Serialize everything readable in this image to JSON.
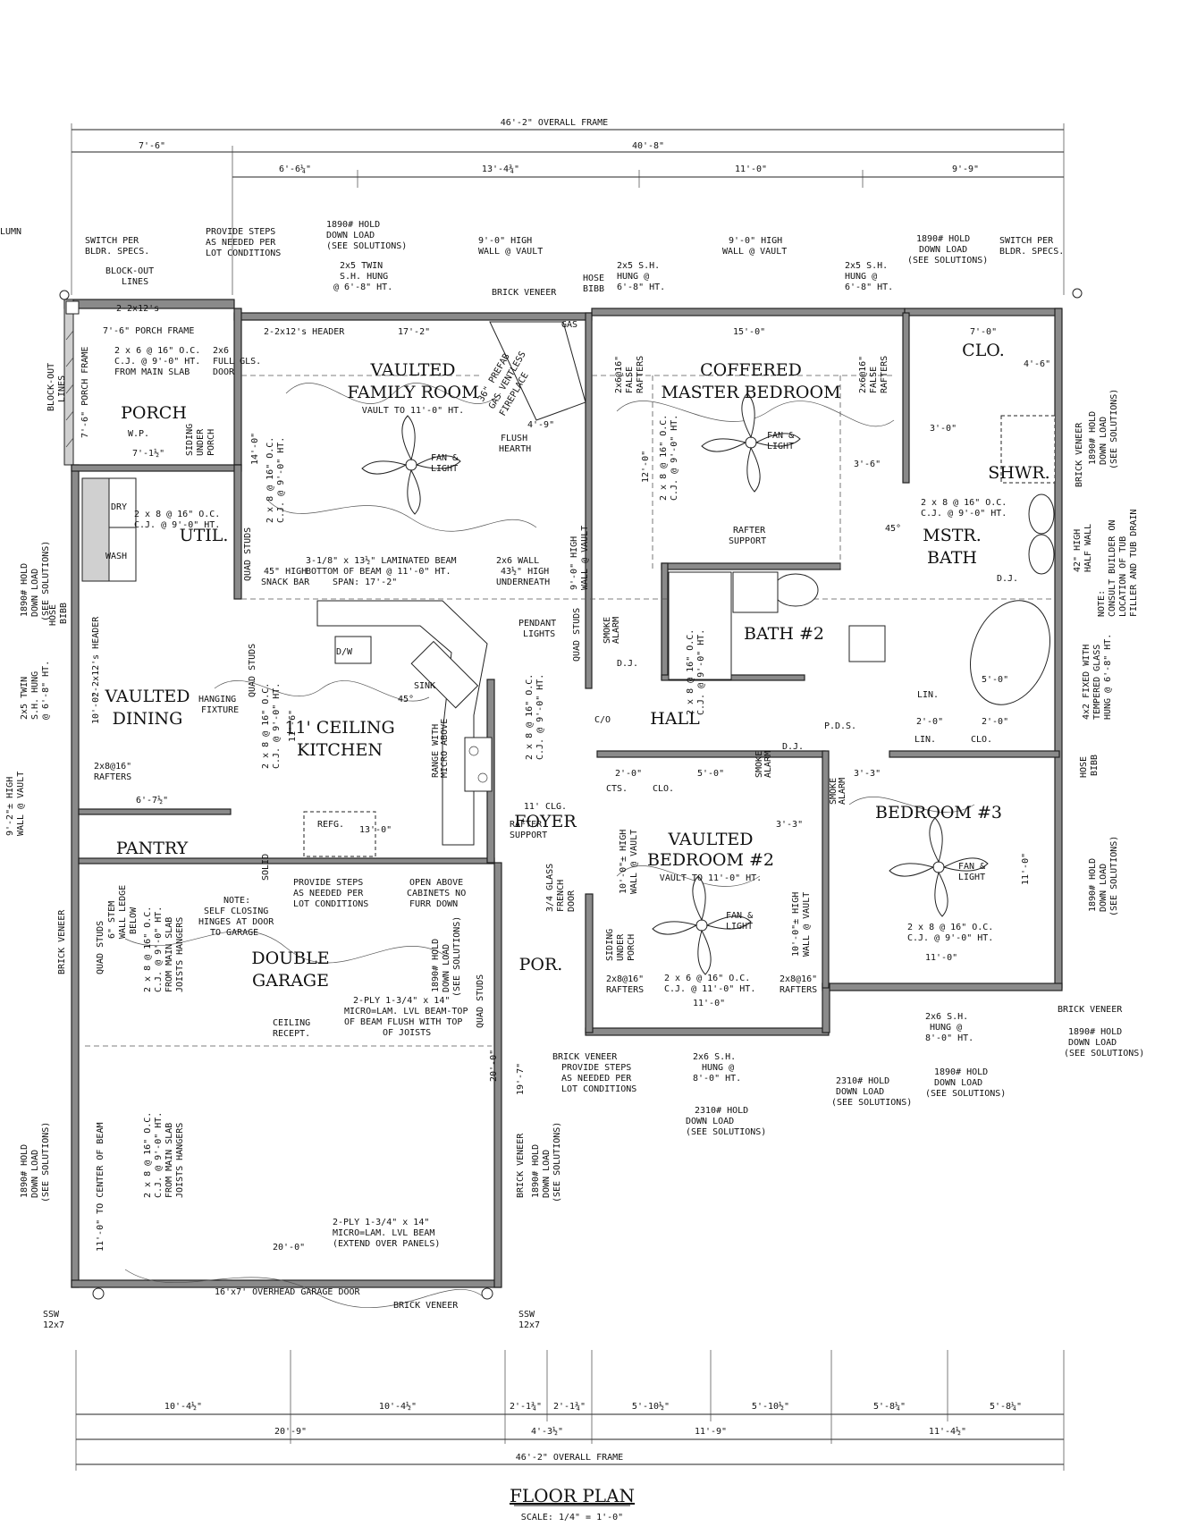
{
  "title": {
    "main": "FLOOR PLAN",
    "scale": "SCALE: 1/4\" = 1'-0\""
  },
  "top_dims": {
    "overall": "46'-2\" OVERALL FRAME",
    "left": "7'-6\"",
    "right_total": "40'-8\"",
    "seg1": "6'-6¼\"",
    "seg2": "13'-4¾\"",
    "seg3": "11'-0\"",
    "seg4": "9'-9\""
  },
  "bottom_dims": {
    "row1": [
      "10'-4½\"",
      "10'-4½\"",
      "2'-1¾\"",
      "2'-1¾\"",
      "5'-10½\"",
      "5'-10½\"",
      "5'-8¼\"",
      "5'-8¼\""
    ],
    "row2": [
      "20'-9\"",
      "4'-3½\"",
      "11'-9\"",
      "11'-4½\""
    ],
    "overall": "46'-2\" OVERALL FRAME"
  },
  "rooms": {
    "porch": "PORCH",
    "util": "UTIL.",
    "family_room": [
      "VAULTED",
      "FAMILY ROOM"
    ],
    "family_room_sub": "VAULT TO 11'-0\" HT.",
    "master_bedroom": [
      "COFFERED",
      "MASTER BEDROOM"
    ],
    "clo": "CLO.",
    "shwr": "SHWR.",
    "mstr_bath": [
      "MSTR.",
      "BATH"
    ],
    "dining": [
      "VAULTED",
      "DINING"
    ],
    "kitchen": [
      "11' CEILING",
      "KITCHEN"
    ],
    "bath2": "BATH #2",
    "hall": "HALL",
    "foyer": [
      "11' CLG.",
      "FOYER"
    ],
    "pantry": "PANTRY",
    "bedroom2": [
      "VAULTED",
      "BEDROOM #2"
    ],
    "bedroom2_sub": "VAULT TO 11'-0\" HT.",
    "bedroom3": "BEDROOM #3",
    "garage": [
      "DOUBLE",
      "GARAGE"
    ],
    "por": "POR.",
    "cts": "CTS.",
    "clo2": "CLO.",
    "lin": "LIN.",
    "lin2": "LIN.",
    "clo3": "CLO.",
    "pds": "P.D.S.",
    "dw": "D/W",
    "refg": "REFG.",
    "sink": "SINK",
    "wash": "WASH",
    "dry": "DRY"
  },
  "notes": {
    "n1": [
      "SWITCH PER",
      "BLDR. SPECS."
    ],
    "n2": [
      "PROVIDE STEPS",
      "AS NEEDED PER",
      "LOT CONDITIONS"
    ],
    "n3": [
      "1890# HOLD",
      "DOWN LOAD",
      "(SEE SOLUTIONS)"
    ],
    "n4": [
      "9'-0\" HIGH",
      "WALL @ VAULT"
    ],
    "n5": [
      "2x5 TWIN",
      "S.H. HUNG",
      "@ 6'-8\" HT."
    ],
    "n6": [
      "HOSE",
      "BIBB"
    ],
    "n7": [
      "2x5 S.H.",
      "HUNG @",
      "6'-8\" HT."
    ],
    "n8": [
      "9'-0\" HIGH",
      "WALL @ VAULT"
    ],
    "n9": [
      "2x5 S.H.",
      "HUNG @",
      "6'-8\" HT."
    ],
    "n10": [
      "1890# HOLD",
      "DOWN LOAD",
      "(SEE SOLUTIONS)"
    ],
    "n11": [
      "SWITCH PER",
      "BLDR. SPECS."
    ],
    "n12": "BRICK VENEER",
    "n13": [
      "BLOCK-OUT",
      "LINES"
    ],
    "n14": "2-2x12's",
    "n15": "7'-6\" PORCH FRAME",
    "n16": [
      "2 x 6 @ 16\" O.C.",
      "C.J. @ 9'-0\" HT.",
      "FROM MAIN SLAB"
    ],
    "n17": [
      "2x6",
      "FULL GLS.",
      "DOOR"
    ],
    "n18": "2-2x12's HEADER",
    "n19": "17'-2\"",
    "n20": [
      "36\" PREFAB",
      "GAS VENTLESS",
      "FIREPLACE"
    ],
    "n21": "GAS",
    "n22": "15'-0\"",
    "n23": "7'-0\"",
    "n24": [
      "FAN &",
      "LIGHT"
    ],
    "n25": [
      "FLUSH",
      "HEARTH"
    ],
    "n26": [
      "2 x 8 @ 16\" O.C.",
      "C.J. @ 9'-0\" HT."
    ],
    "n27": [
      "3-1/8\" x 13½\" LAMINATED BEAM",
      "BOTTOM OF BEAM @ 11'-0\" HT.",
      "SPAN: 17'-2\""
    ],
    "n28": [
      "2x6 WALL",
      "43½\" HIGH",
      "UNDERNEATH"
    ],
    "n29": [
      "45\" HIGH",
      "SNACK BAR"
    ],
    "n30": [
      "PENDANT",
      "LIGHTS"
    ],
    "n31": [
      "RAFTER",
      "SUPPORT"
    ],
    "n32": [
      "HANGING",
      "FIXTURE"
    ],
    "n33": [
      "RANGE WITH",
      "MICRO ABOVE"
    ],
    "n34": [
      "PROVIDE STEPS",
      "AS NEEDED PER",
      "LOT CONDITIONS"
    ],
    "n35": [
      "OPEN ABOVE",
      "CABINETS NO",
      "FURR DOWN"
    ],
    "n36": [
      "NOTE:",
      "SELF CLOSING",
      "HINGES AT DOOR",
      "TO GARAGE"
    ],
    "n37": [
      "2-PLY 1-3/4\" x 14\"",
      "MICRO=LAM. LVL BEAM-TOP",
      "OF BEAM FLUSH WITH TOP",
      "OF JOISTS"
    ],
    "n38": [
      "CEILING",
      "RECEPT."
    ],
    "n39": [
      "2-PLY 1-3/4\" x 14\"",
      "MICRO=LAM. LVL BEAM",
      "(EXTEND OVER PANELS)"
    ],
    "n40": "16'x7' OVERHEAD GARAGE DOOR",
    "n41": "BRICK VENEER",
    "n42": [
      "SSW",
      "12x7"
    ],
    "n43": [
      "SSW",
      "12x7"
    ],
    "n44": [
      "BRICK VENEER",
      "PROVIDE STEPS",
      "AS NEEDED PER",
      "LOT CONDITIONS"
    ],
    "n45": [
      "2x6 S.H.",
      "HUNG @",
      "8'-0\" HT."
    ],
    "n46": [
      "2310# HOLD",
      "DOWN LOAD",
      "(SEE SOLUTIONS)"
    ],
    "n47": [
      "2310# HOLD",
      "DOWN LOAD",
      "(SEE SOLUTIONS)"
    ],
    "n48": [
      "1890# HOLD",
      "DOWN LOAD",
      "(SEE SOLUTIONS)"
    ],
    "n49": [
      "2x6 S.H.",
      "HUNG @",
      "8'-0\" HT."
    ],
    "n50": [
      "1890# HOLD",
      "DOWN LOAD",
      "(SEE SOLUTIONS)"
    ],
    "n51": "BRICK VENEER",
    "n52": [
      "2 x 6 @ 16\" O.C.",
      "C.J. @ 11'-0\" HT.",
      "11'-0\""
    ],
    "n53": [
      "2 x 8 @ 16\" O.C.",
      "C.J. @ 9'-0\" HT.",
      "11'-0\""
    ],
    "n54": [
      "2x8@16\"",
      "RAFTERS"
    ],
    "n55": [
      "2x8@16\"",
      "RAFTERS"
    ],
    "n56": [
      "3/4 GLASS",
      "FRENCH",
      "DOOR"
    ],
    "n57": "2-2x12's",
    "n58": [
      "SIDING",
      "UNDER",
      "PORCH"
    ],
    "n59": "6'-7½\"",
    "n60": "7'-1½\"",
    "n61": "13'-0\"",
    "n62": "20'-0\"",
    "n63": "11'-0\"",
    "n64": "5'-0\"",
    "n65": "2'-0\"",
    "n66": "3'-3\"",
    "n67": "3'-6\"",
    "n68": "3'-0\"",
    "n69": "5'-0\"",
    "n70": "2'-0\"",
    "n71": "45°",
    "n72": [
      "42\" HIGH",
      "HALF WALL"
    ],
    "n73": [
      "NOTE:",
      "CONSULT BUILDER ON",
      "LOCATION OF TUB",
      "FILLER AND TUB DRAIN"
    ],
    "n74": [
      "4x2 FIXED WITH",
      "TEMPERED GLASS",
      "HUNG @ 6'-8\" HT."
    ],
    "n75": [
      "HOSE",
      "BIBB"
    ],
    "n76": [
      "1890# HOLD",
      "DOWN LOAD",
      "(SEE SOLUTIONS)"
    ],
    "n77": "BRICK VENEER",
    "n78": [
      "1890# HOLD",
      "DOWN LOAD",
      "(SEE SOLUTIONS)"
    ],
    "n79": [
      "9'-2\"± HIGH",
      "WALL @ VAULT"
    ],
    "n80": [
      "2x5 TWIN",
      "S.H. HUNG",
      "@ 6'-8\" HT."
    ],
    "n81": [
      "HOSE",
      "BIBB"
    ],
    "n82": "BRICK VENEER",
    "n83": [
      "1890# HOLD",
      "DOWN LOAD",
      "(SEE SOLUTIONS)"
    ],
    "n84": "11'-0\" TO CENTER OF BEAM",
    "n85": [
      "2 x 8 @ 16\" O.C.",
      "C.J. @ 9'-0\" HT.",
      "FROM MAIN SLAB",
      "JOISTS HANGERS"
    ],
    "n86": [
      "2 x 8 @ 16\" O.C.",
      "C.J. @ 9'-0\" HT.",
      "FROM MAIN SLAB",
      "JOISTS HANGERS"
    ],
    "n87": [
      "6\" STEM",
      "WALL LEDGE",
      "BELOW"
    ],
    "n88": "QUAD STUDS",
    "n89": "QUAD STUDS",
    "n90": "BRICK VENEER",
    "n91": [
      "1890# HOLD",
      "DOWN LOAD",
      "(SEE SOLUTIONS)"
    ],
    "n92": "19'-7\"",
    "n93": "20'-0\"",
    "n94": [
      "2x8@16\"",
      "RAFTERS"
    ],
    "n95": "2x8@16\" RAFTERS",
    "n96": "2x8@16\" RAFTERS",
    "n97": [
      "COFFERED"
    ],
    "n98": [
      "2x6@16\"",
      "FALSE",
      "RAFTERS"
    ],
    "n99": [
      "2x6@16\"",
      "FALSE",
      "RAFTERS"
    ],
    "n100": [
      "9'-0\" HIGH",
      "WALL @ VAULT"
    ],
    "n101": "QUAD STUDS",
    "n102": [
      "SMOKE",
      "ALARM"
    ],
    "n103": "C/O",
    "n104": "D.J.",
    "n105": "SOLID",
    "n106": "D.J.",
    "n107": [
      "10'-0\"± HIGH",
      "WALL @ VAULT"
    ],
    "n108": [
      "10'-0\"± HIGH",
      "WALL @ VAULT"
    ],
    "n109": "LUMN",
    "n110": [
      "BLOCK-OUT",
      "LINES"
    ],
    "n111": "2-2x12's HEADER",
    "n112": "10'-0\"",
    "n113": "11'-6\"",
    "n114": "4'-9\"",
    "n115": "14'-0\"",
    "n116": "12'-0\"",
    "n117": "W.P.",
    "n118": "FAN & LIGHT",
    "n119": "4'-6\""
  }
}
